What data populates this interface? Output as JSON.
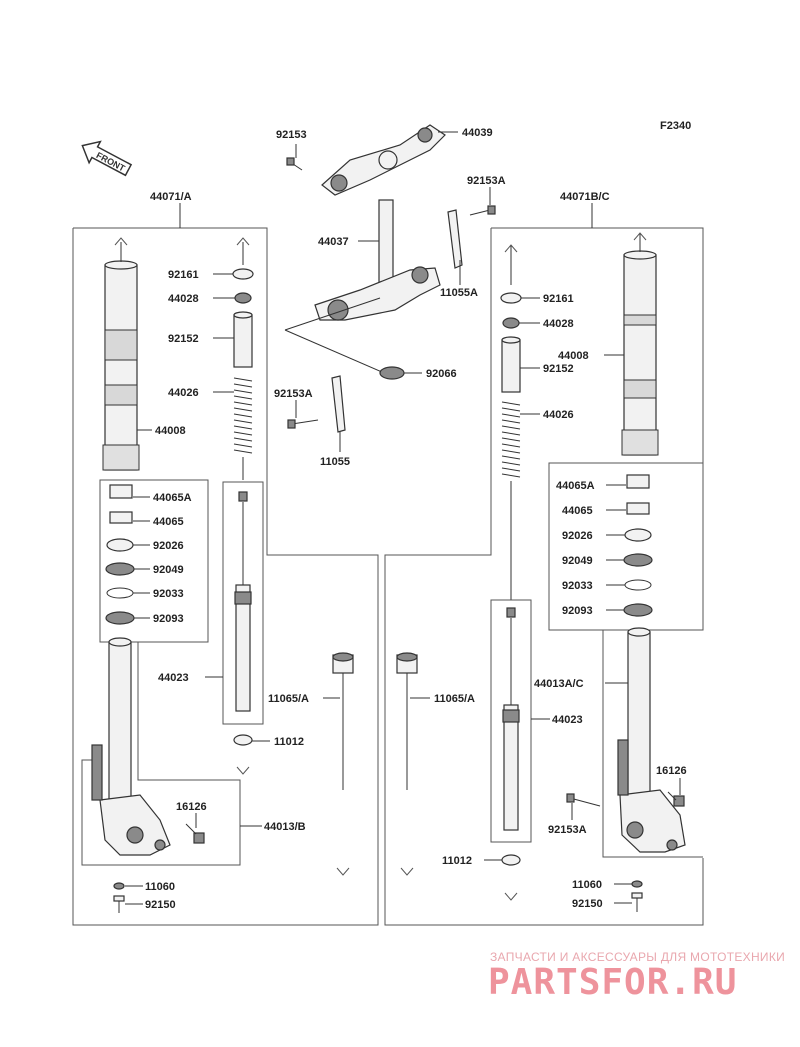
{
  "figure_code": "F2340",
  "front_label": "FRONT",
  "callouts": {
    "c92153_top": "92153",
    "c44039": "44039",
    "c92153A_top": "92153A",
    "c44071A": "44071/A",
    "c44071BC": "44071B/C",
    "c44037": "44037",
    "c11055A": "11055A",
    "c92161_l": "92161",
    "c44028_l": "44028",
    "c92152_l": "92152",
    "c44026_l": "44026",
    "c44008_l": "44008",
    "c92066": "92066",
    "c92153A_mid": "92153A",
    "c11055": "11055",
    "c44065A_l": "44065A",
    "c44065_l": "44065",
    "c92026_l": "92026",
    "c92049_l": "92049",
    "c92033_l": "92033",
    "c92093_l": "92093",
    "c44023_l": "44023",
    "c11065A_l": "11065/A",
    "c11012_l": "11012",
    "c16126_l": "16126",
    "c44013B": "44013/B",
    "c11060_l": "11060",
    "c92150_l": "92150",
    "c92161_r": "92161",
    "c44028_r": "44028",
    "c92152_r": "92152",
    "c44008_r": "44008",
    "c44026_r": "44026",
    "c44065A_r": "44065A",
    "c44065_r": "44065",
    "c92026_r": "92026",
    "c92049_r": "92049",
    "c92033_r": "92033",
    "c92093_r": "92093",
    "c44013AC": "44013A/C",
    "c11065A_r": "11065/A",
    "c44023_r": "44023",
    "c16126_r": "16126",
    "c92153A_r": "92153A",
    "c11012_r": "11012",
    "c11060_r": "11060",
    "c92150_r": "92150"
  },
  "watermark": {
    "tagline": "ЗАПЧАСТИ И АКСЕССУАРЫ ДЛЯ МОТОТЕХНИКИ",
    "logo": "PARTSFOR.RU"
  }
}
